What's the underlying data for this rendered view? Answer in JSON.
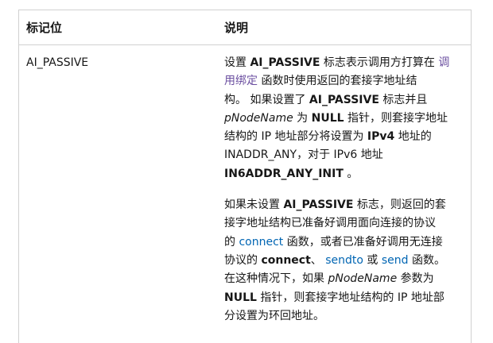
{
  "table": {
    "headers": [
      "标记位",
      "说明"
    ],
    "rows": [
      {
        "flag": "AI_PASSIVE",
        "description": {
          "paragraph1": {
            "l1_a": "设置 ",
            "l1_b": "AI_PASSIVE",
            "l1_c": " 标志表示调用方打算在 ",
            "l1_link": "调",
            "l2_link": "用绑定",
            "l2_c": " 函数时使用返回的套接字地址结",
            "l3_a": "构。 如果设置了 ",
            "l3_b": "AI_PASSIVE",
            "l3_c": " 标志并且",
            "l4_a": "pNodeName",
            "l4_b": " 为 ",
            "l4_c": "NULL",
            "l4_d": " 指针，则套接字地址",
            "l5_a": "结构的 IP 地址部分将设置为 ",
            "l5_b": "IPv4",
            "l5_c": " 地址的",
            "l6": "INADDR_ANY，对于 IPv6 地址",
            "l7_a": "IN6ADDR_ANY_INIT",
            "l7_b": " 。"
          },
          "paragraph2": {
            "l1_a": "如果未设置 ",
            "l1_b": "AI_PASSIVE",
            "l1_c": " 标志，则返回的套",
            "l2": "接字地址结构已准备好调用面向连接的协议",
            "l3_a": "的 ",
            "l3_link": "connect",
            "l3_c": " 函数，或者已准备好调用无连接",
            "l4_a": "协议的 ",
            "l4_b": "connect",
            "l4_c": "、 ",
            "l4_link1": "sendto",
            "l4_d": " 或 ",
            "l4_link2": "send",
            "l4_e": " 函数。",
            "l5_a": "在这种情况下，如果 ",
            "l5_b": "pNodeName",
            "l5_c": " 参数为",
            "l6_a": "NULL",
            "l6_b": " 指针，则套接字地址结构的 IP 地址部",
            "l7": "分设置为环回地址。"
          }
        }
      }
    ]
  },
  "colors": {
    "text": "#171717",
    "border": "#d1d1d1",
    "link": "#0065b3",
    "link_visited": "#6b4fa0"
  }
}
